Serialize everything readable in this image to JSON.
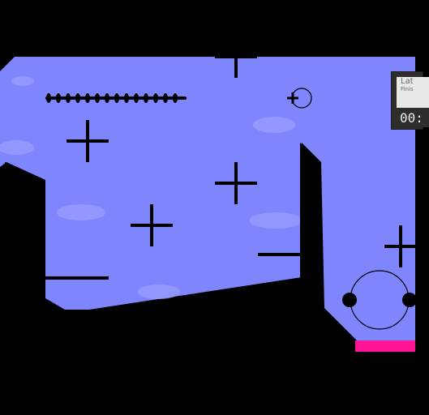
{
  "game": {
    "colors": {
      "sky": "#7f86fd",
      "terrain": "#000000",
      "cloud": "#9aa0fd",
      "goal_strip": "#ff1493",
      "marks": "#000000"
    },
    "hud": {
      "title": "Lat",
      "subtitle": "Finis",
      "time": "00:"
    },
    "icons": {
      "plus": "plus-marker",
      "minus": "minus-marker",
      "target": "crosshair-target",
      "chain": "chain-bar",
      "wheel": "bike-wheel"
    }
  }
}
